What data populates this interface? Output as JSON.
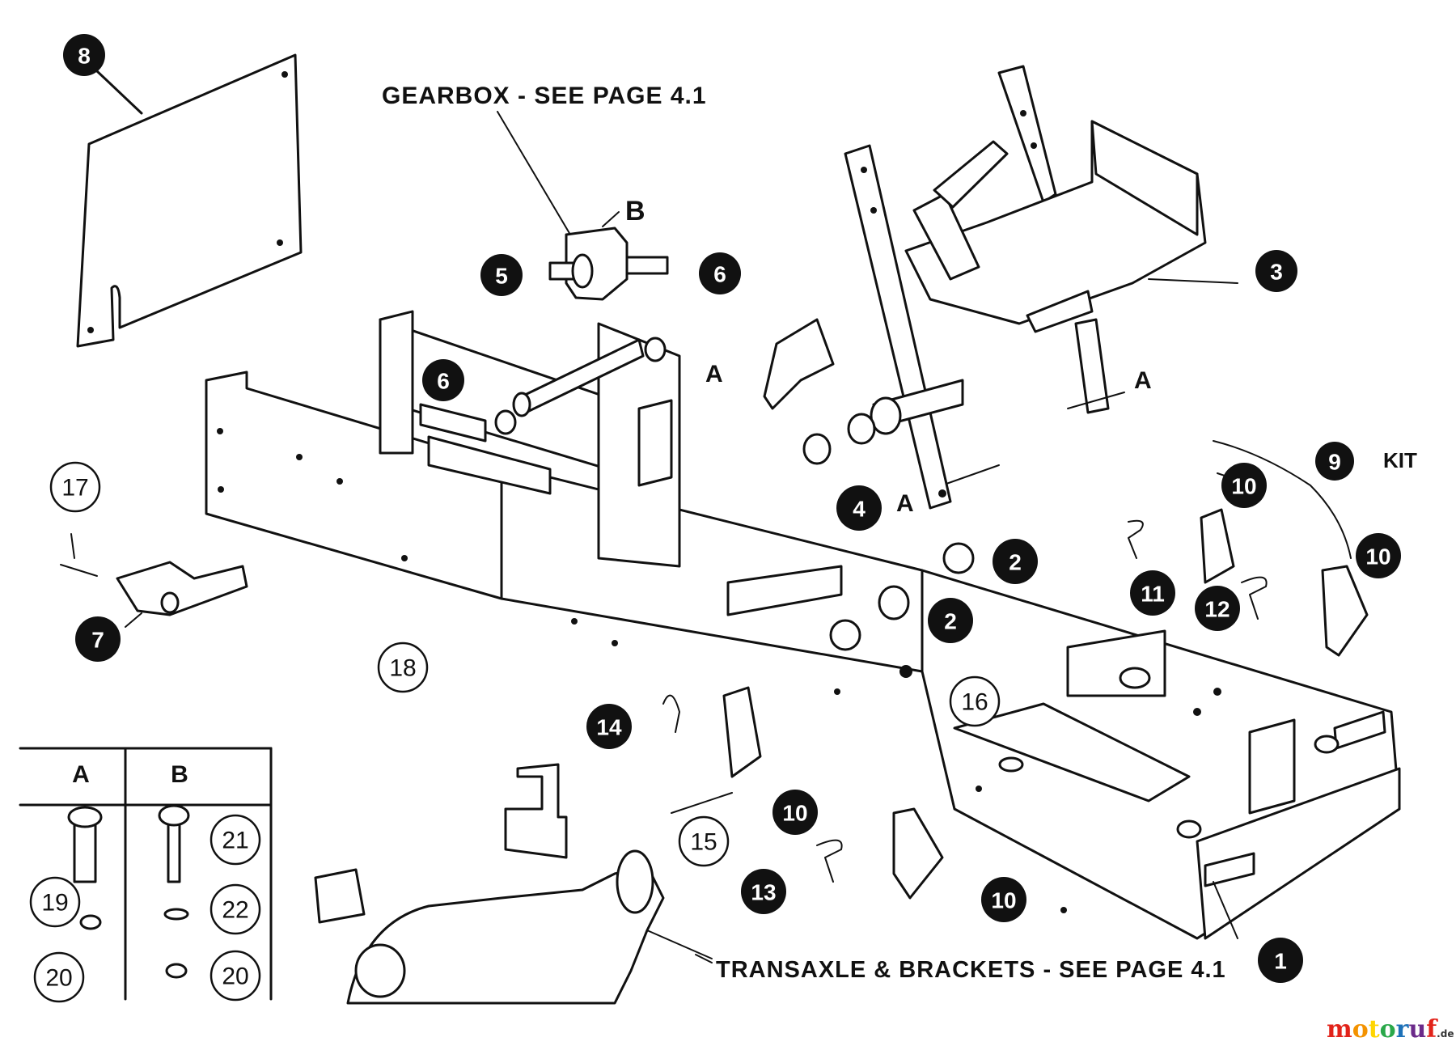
{
  "labels": {
    "gearbox": "GEARBOX - SEE PAGE 4.1",
    "transaxle": "TRANSAXLE & BRACKETS - SEE PAGE 4.1",
    "kit": "KIT",
    "point_a": "A",
    "point_b": "B"
  },
  "table": {
    "col_a": "A",
    "col_b": "B"
  },
  "callouts": [
    {
      "id": "8",
      "style": "filled"
    },
    {
      "id": "5",
      "style": "filled"
    },
    {
      "id": "6",
      "style": "filled"
    },
    {
      "id": "6",
      "style": "filled"
    },
    {
      "id": "3",
      "style": "filled"
    },
    {
      "id": "4",
      "style": "filled"
    },
    {
      "id": "9",
      "style": "filled"
    },
    {
      "id": "10",
      "style": "filled"
    },
    {
      "id": "10",
      "style": "filled"
    },
    {
      "id": "11",
      "style": "filled"
    },
    {
      "id": "12",
      "style": "filled"
    },
    {
      "id": "2",
      "style": "filled"
    },
    {
      "id": "2",
      "style": "filled"
    },
    {
      "id": "16",
      "style": "open"
    },
    {
      "id": "17",
      "style": "open"
    },
    {
      "id": "7",
      "style": "filled"
    },
    {
      "id": "18",
      "style": "open"
    },
    {
      "id": "14",
      "style": "filled"
    },
    {
      "id": "10",
      "style": "filled"
    },
    {
      "id": "15",
      "style": "open"
    },
    {
      "id": "13",
      "style": "filled"
    },
    {
      "id": "10",
      "style": "filled"
    },
    {
      "id": "1",
      "style": "filled"
    },
    {
      "id": "19",
      "style": "open"
    },
    {
      "id": "20",
      "style": "open"
    },
    {
      "id": "21",
      "style": "open"
    },
    {
      "id": "22",
      "style": "open"
    },
    {
      "id": "20",
      "style": "open"
    }
  ],
  "watermark": {
    "text": "motoruf",
    "suffix": ".de",
    "colors": [
      "#e2231a",
      "#f39200",
      "#ffd500",
      "#2aa84a",
      "#1d71b8",
      "#6b2a8a"
    ]
  }
}
